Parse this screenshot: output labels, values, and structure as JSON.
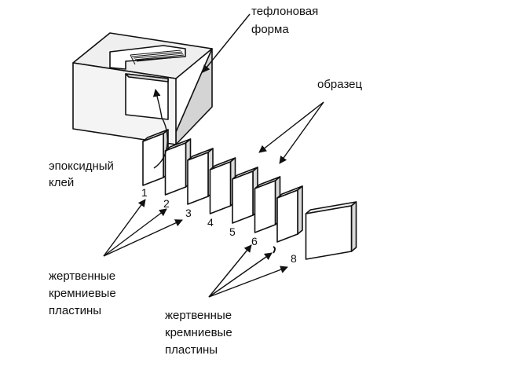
{
  "labels": {
    "teflon_line1": "тефлоновая",
    "teflon_line2": "форма",
    "sample": "образец",
    "epoxy_line1": "эпоксидный",
    "epoxy_line2": "клей",
    "sacrificial_left_line1": "жертвенные",
    "sacrificial_left_line2": "кремниевые",
    "sacrificial_left_line3": "пластины",
    "sacrificial_right_line1": "жертвенные",
    "sacrificial_right_line2": "кремниевые",
    "sacrificial_right_line3": "пластины"
  },
  "plate_numbers": [
    "1",
    "2",
    "3",
    "4",
    "5",
    "6",
    "",
    "8"
  ],
  "plate_seven_mark": "?",
  "colors": {
    "ink": "#111111",
    "front_face": "#ffffff",
    "side_face": "#d9d9d9",
    "top_face": "#efefef"
  }
}
